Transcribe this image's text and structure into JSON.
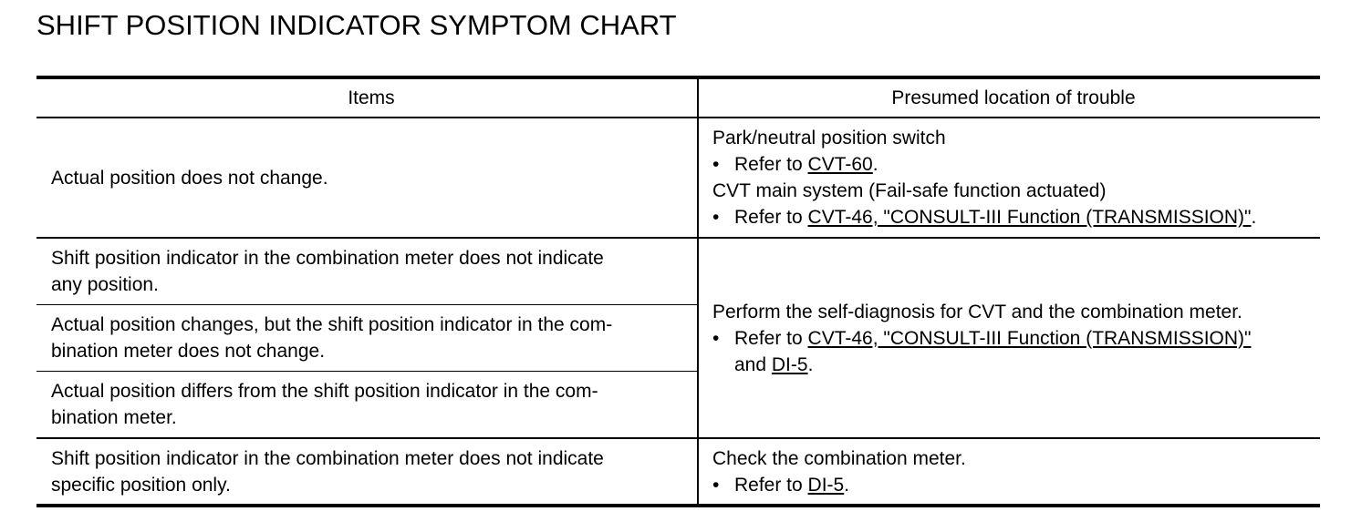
{
  "title": "SHIFT POSITION INDICATOR SYMPTOM CHART",
  "table": {
    "headers": {
      "items": "Items",
      "location": "Presumed location of trouble"
    },
    "bullet": "•",
    "rows": [
      {
        "item_lines": [
          "Actual position does not change."
        ]
      },
      {
        "item_lines": [
          "Shift position indicator in the combination meter does not indicate",
          "any position."
        ]
      },
      {
        "item_lines": [
          "Actual position changes, but the shift position indicator in the com-",
          "bination meter does not change."
        ]
      },
      {
        "item_lines": [
          "Actual position differs from the shift position indicator in the com-",
          "bination meter."
        ]
      },
      {
        "item_lines": [
          "Shift position indicator in the combination meter does not indicate",
          "specific position only."
        ]
      }
    ],
    "locations": [
      {
        "line1": "Park/neutral position switch",
        "bullet1": {
          "prefix": "Refer to ",
          "link": "CVT-60",
          "suffix": "."
        },
        "line2": "CVT main system (Fail-safe function actuated)",
        "bullet2": {
          "prefix": "Refer to ",
          "link": "CVT-46, \"CONSULT-III Function (TRANSMISSION)\"",
          "suffix": "."
        }
      },
      {
        "line1": "Perform the self-diagnosis for CVT and the combination meter.",
        "bullet1": {
          "prefix": "Refer to ",
          "link": "CVT-46, \"CONSULT-III Function (TRANSMISSION)\"",
          "suffix": ""
        },
        "cont": {
          "prefix": "and ",
          "link": "DI-5",
          "suffix": "."
        }
      },
      {
        "line1": "Check the combination meter.",
        "bullet1": {
          "prefix": "Refer to ",
          "link": "DI-5",
          "suffix": "."
        }
      }
    ]
  }
}
